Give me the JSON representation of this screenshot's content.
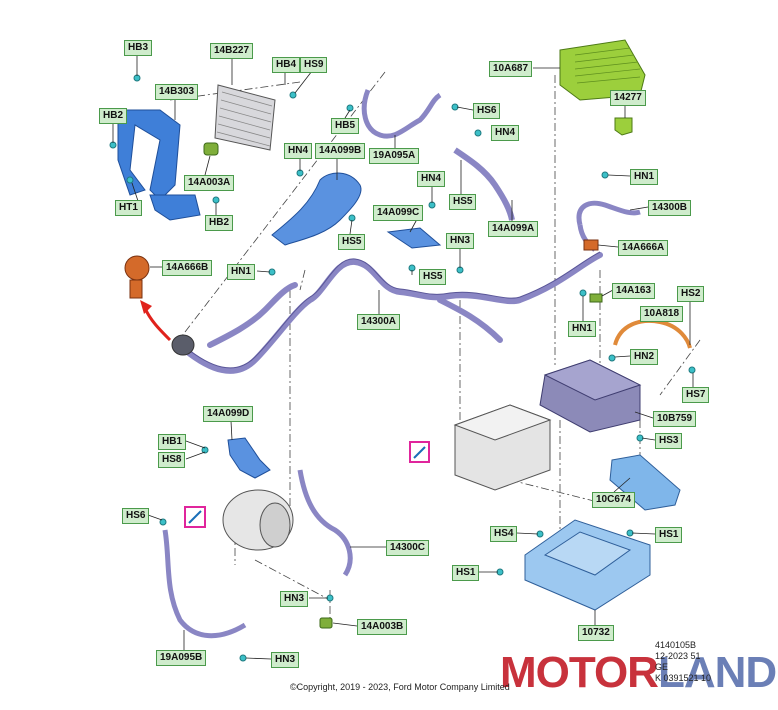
{
  "labels": {
    "hb3": "HB3",
    "l14b227": "14B227",
    "hb4": "HB4",
    "hs9": "HS9",
    "l14b303": "14B303",
    "hb2a": "HB2",
    "hb5": "HB5",
    "hs6a": "HS6",
    "l19a095a": "19A095A",
    "hn4a": "HN4",
    "l14a099b": "14A099B",
    "l14a003a": "14A003A",
    "ht1": "HT1",
    "hb2b": "HB2",
    "hn4b": "HN4",
    "l14a099c": "14A099C",
    "hs5a": "HS5",
    "hs5b": "HS5",
    "hs5c": "HS5",
    "l14a099a": "14A099A",
    "hn3a": "HN3",
    "l14a666b": "14A666B",
    "hn1a": "HN1",
    "l14300a": "14300A",
    "l10a687": "10A687",
    "l14277": "14277",
    "hn1b": "HN1",
    "l14300b": "14300B",
    "l14a666a": "14A666A",
    "l14a163": "14A163",
    "hs2": "HS2",
    "hn1c": "HN1",
    "l10a818": "10A818",
    "hn2": "HN2",
    "hs7": "HS7",
    "l10b759": "10B759",
    "l14a099d": "14A099D",
    "hb1": "HB1",
    "hs8": "HS8",
    "hs3": "HS3",
    "l10c674": "10C674",
    "hs6b": "HS6",
    "l14300c": "14300C",
    "hs4": "HS4",
    "hs1a": "HS1",
    "hs1b": "HS1",
    "hn3b": "HN3",
    "l14a003b": "14A003B",
    "l19a095b": "19A095B",
    "hn3c": "HN3",
    "l10732": "10732"
  },
  "copyright": "©Copyright, 2019 - 2023, Ford Motor Company Limited",
  "doc_ref": [
    "4140105B",
    "12-2023 51",
    "GE",
    "K 0391521 10"
  ],
  "watermark": {
    "part1": "MOTOR",
    "part2": "LAND"
  },
  "colors": {
    "label_fill": "#cfeccc",
    "label_border": "#4b9a4b",
    "harness": "#8a86c4",
    "bracket_blue": "#3f7fd8",
    "tray_blue": "#7fb6ea",
    "cover_green": "#9ccf3c",
    "callout_arrow": "#e0221c",
    "highlight_magenta": "#e0259c"
  }
}
